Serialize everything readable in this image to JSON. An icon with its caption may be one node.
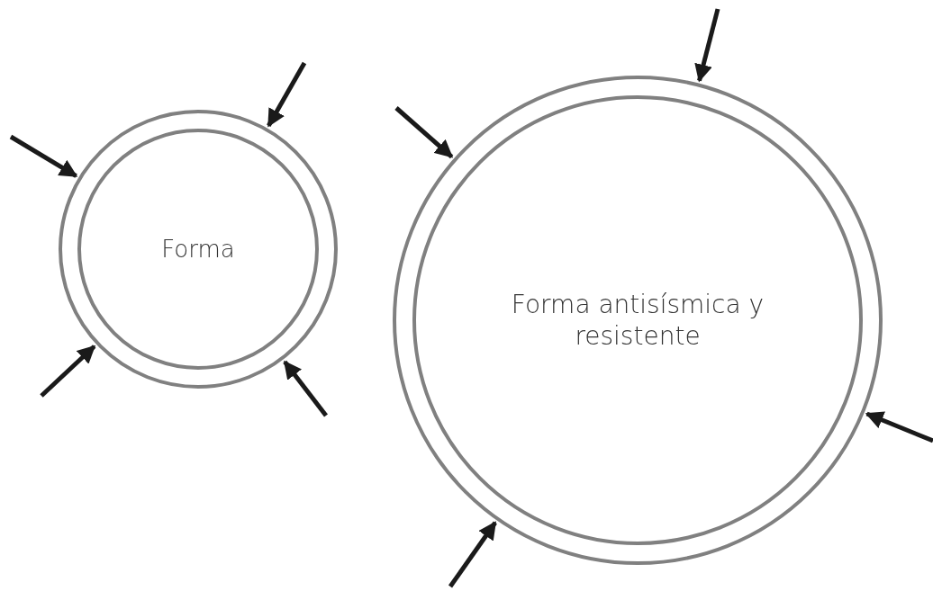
{
  "diagram": {
    "nodes": [
      {
        "text": [
          "Forma"
        ]
      },
      {
        "text": [
          "Forma antisísmica y resistente"
        ]
      }
    ],
    "edges": [
      {
        "from": null,
        "to": 0,
        "arrow": "to"
      },
      {
        "from": null,
        "to": 0,
        "arrow": "to"
      },
      {
        "from": null,
        "to": 0,
        "arrow": "to"
      },
      {
        "from": null,
        "to": 0,
        "arrow": "to"
      },
      {
        "from": null,
        "to": 1,
        "arrow": "to"
      },
      {
        "from": null,
        "to": 1,
        "arrow": "to"
      },
      {
        "from": null,
        "to": 1,
        "arrow": "to"
      },
      {
        "from": null,
        "to": 1,
        "arrow": "to"
      }
    ]
  }
}
